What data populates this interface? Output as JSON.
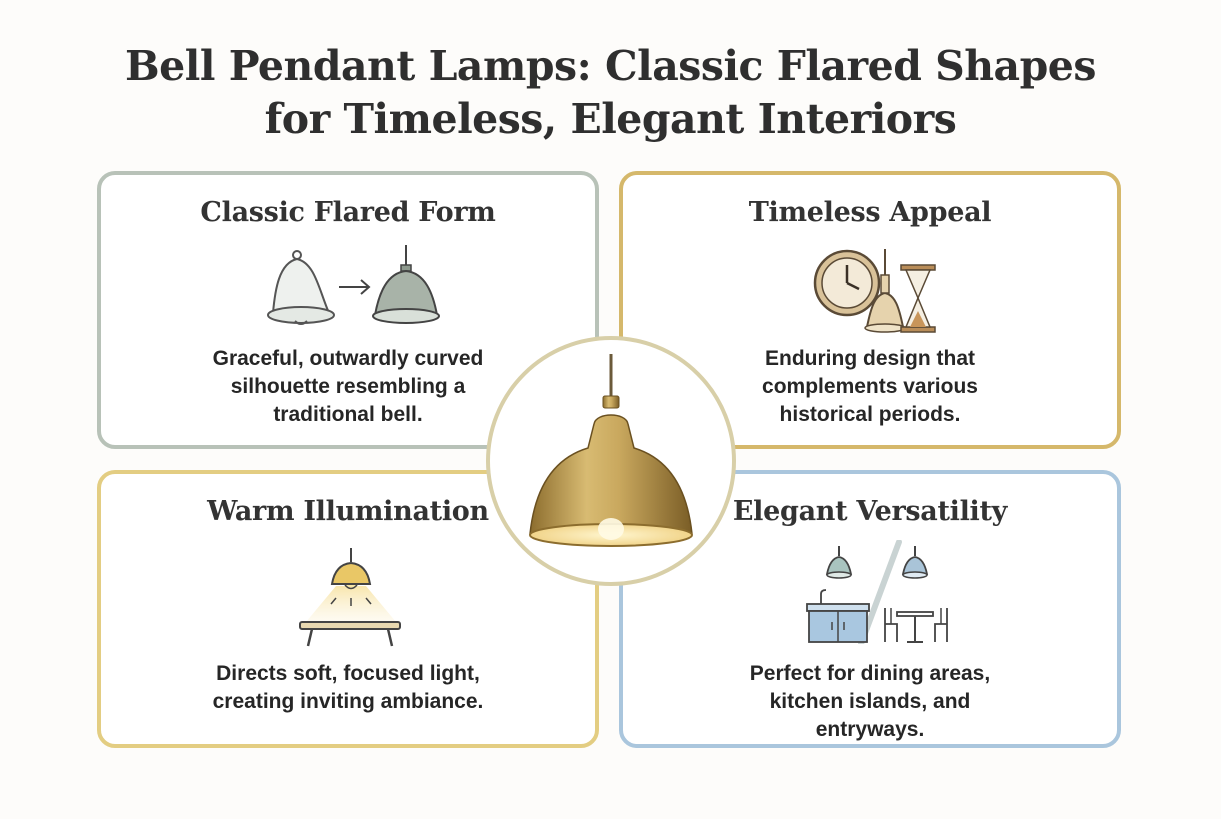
{
  "title": {
    "line1": "Bell Pendant Lamps: Classic Flared Shapes",
    "line2": "for Timeless, Elegant Interiors"
  },
  "panels": [
    {
      "key": "classic",
      "heading": "Classic Flared Form",
      "desc": [
        "Graceful, outwardly curved",
        "silhouette resembling a",
        "traditional bell."
      ],
      "icon": "bell-to-pendant-icon",
      "border_color": "#b8c2b8"
    },
    {
      "key": "timeless",
      "heading": "Timeless Appeal",
      "desc": [
        "Enduring design that",
        "complements various",
        "historical periods."
      ],
      "icon": "clock-bell-hourglass-icon",
      "border_color": "#d5b86b"
    },
    {
      "key": "warm",
      "heading": "Warm Illumination",
      "desc": [
        "Directs soft, focused light,",
        "creating inviting ambiance."
      ],
      "icon": "lamp-over-table-icon",
      "border_color": "#e3cd82"
    },
    {
      "key": "versatility",
      "heading": "Elegant Versatility",
      "desc": [
        "Perfect for dining areas,",
        "kitchen islands, and",
        "entryways."
      ],
      "icon": "kitchen-dining-icon",
      "border_color": "#aac6dd"
    }
  ],
  "center": {
    "icon": "brass-bell-pendant-icon"
  },
  "colors": {
    "sage": "#9aa89c",
    "brass": "#c8a85a",
    "warm_yellow": "#e9c766",
    "light_blue": "#8fb4cc"
  }
}
